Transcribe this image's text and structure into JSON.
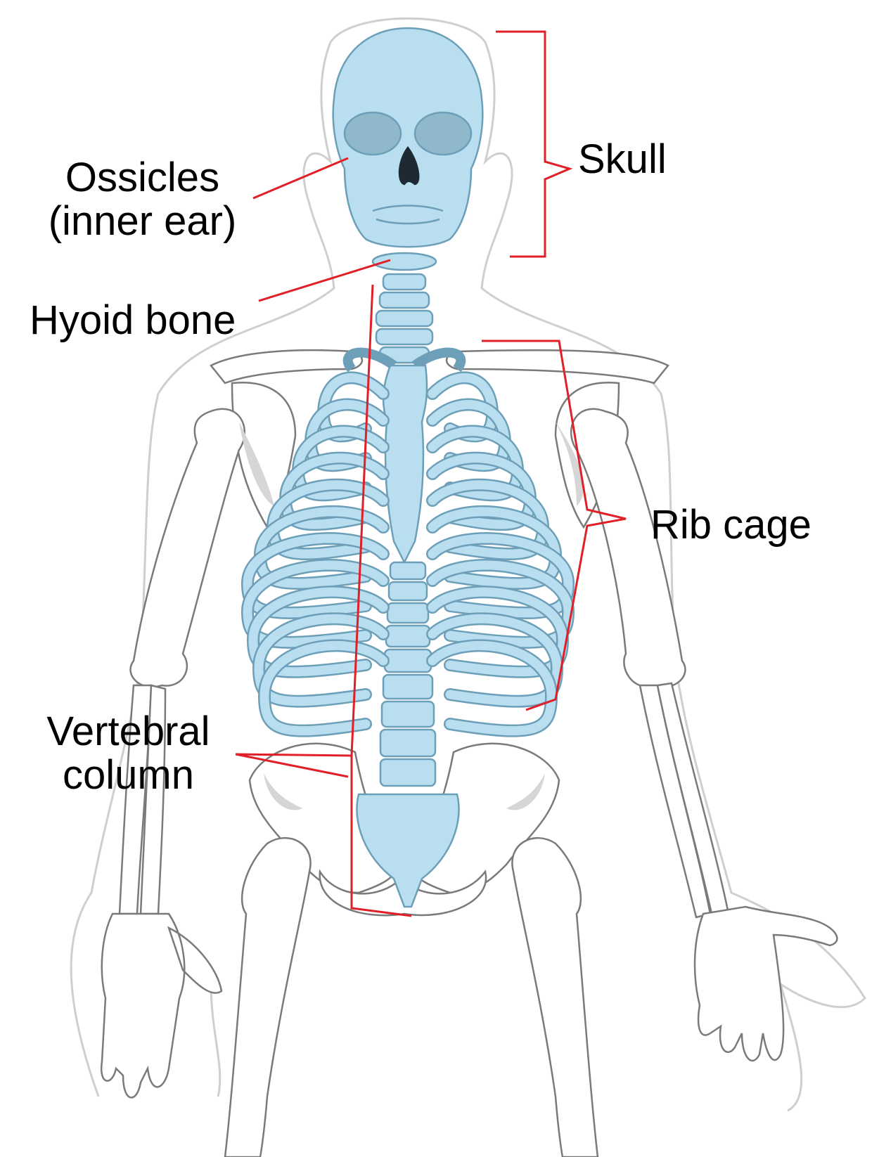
{
  "labels": {
    "skull": "Skull",
    "ossicles_line1": "Ossicles",
    "ossicles_line2": "(inner ear)",
    "hyoid": "Hyoid bone",
    "rib_cage": "Rib cage",
    "vertebral_line1": "Vertebral",
    "vertebral_line2": "column"
  },
  "colors": {
    "axial_bone": "#b9def0",
    "axial_outline": "#6d9fb8",
    "appendicular_bone": "#ffffff",
    "bone_outline": "#7a7a7a",
    "shadow": "#d6d6d6",
    "body_outline": "#cfcfcf",
    "leader_line": "#e01f26"
  }
}
